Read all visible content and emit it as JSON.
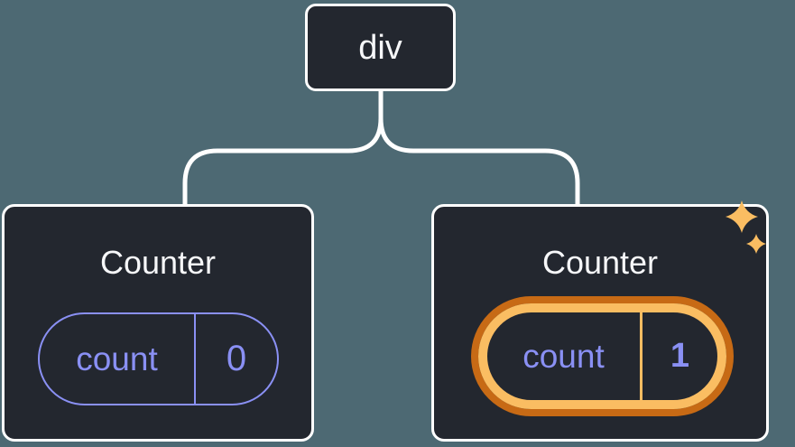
{
  "root_node": {
    "label": "div"
  },
  "children": [
    {
      "title": "Counter",
      "state_key": "count",
      "state_value": "0",
      "highlighted": false
    },
    {
      "title": "Counter",
      "state_key": "count",
      "state_value": "1",
      "highlighted": true
    }
  ],
  "colors": {
    "bg": "#4D6973",
    "node-fill": "#23272F",
    "node-border": "#FFFFFF",
    "text": "#F6F7F9",
    "purple": "#8A90F4",
    "orange-dark": "#C76A15",
    "orange-light": "#FABD62"
  }
}
